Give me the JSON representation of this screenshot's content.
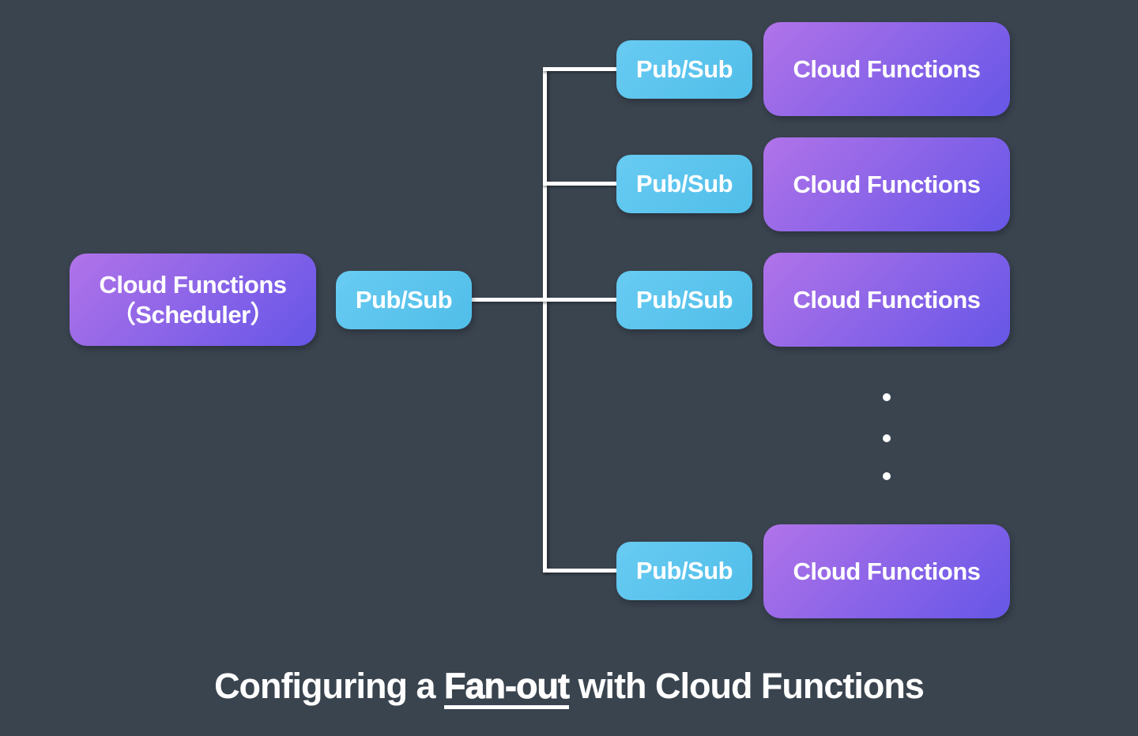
{
  "colors": {
    "bg": "#3a444f",
    "purple_from": "#b173e9",
    "purple_to": "#6656e7",
    "blue_from": "#68cbf2",
    "blue_to": "#50bee9",
    "line": "#ffffff",
    "text": "#ffffff"
  },
  "scheduler_box": {
    "line1": "Cloud Functions",
    "line2": "（Scheduler）"
  },
  "root_pubsub": {
    "label": "Pub/Sub"
  },
  "branches": [
    {
      "pubsub": "Pub/Sub",
      "func": "Cloud Functions"
    },
    {
      "pubsub": "Pub/Sub",
      "func": "Cloud Functions"
    },
    {
      "pubsub": "Pub/Sub",
      "func": "Cloud Functions"
    },
    {
      "pubsub": "Pub/Sub",
      "func": "Cloud Functions"
    }
  ],
  "caption": {
    "prefix": "Configuring a ",
    "highlight": "Fan-out",
    "suffix": " with Cloud Functions"
  }
}
